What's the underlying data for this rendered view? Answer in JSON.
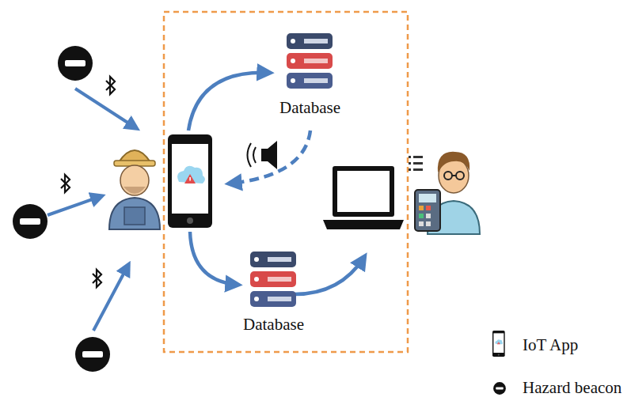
{
  "diagram": {
    "nodes": [
      {
        "text": [
          "Database"
        ]
      },
      {
        "text": [
          "Database"
        ]
      }
    ],
    "legend": [
      {
        "text": "IoT App"
      },
      {
        "text": "Hazard beacon"
      }
    ]
  }
}
